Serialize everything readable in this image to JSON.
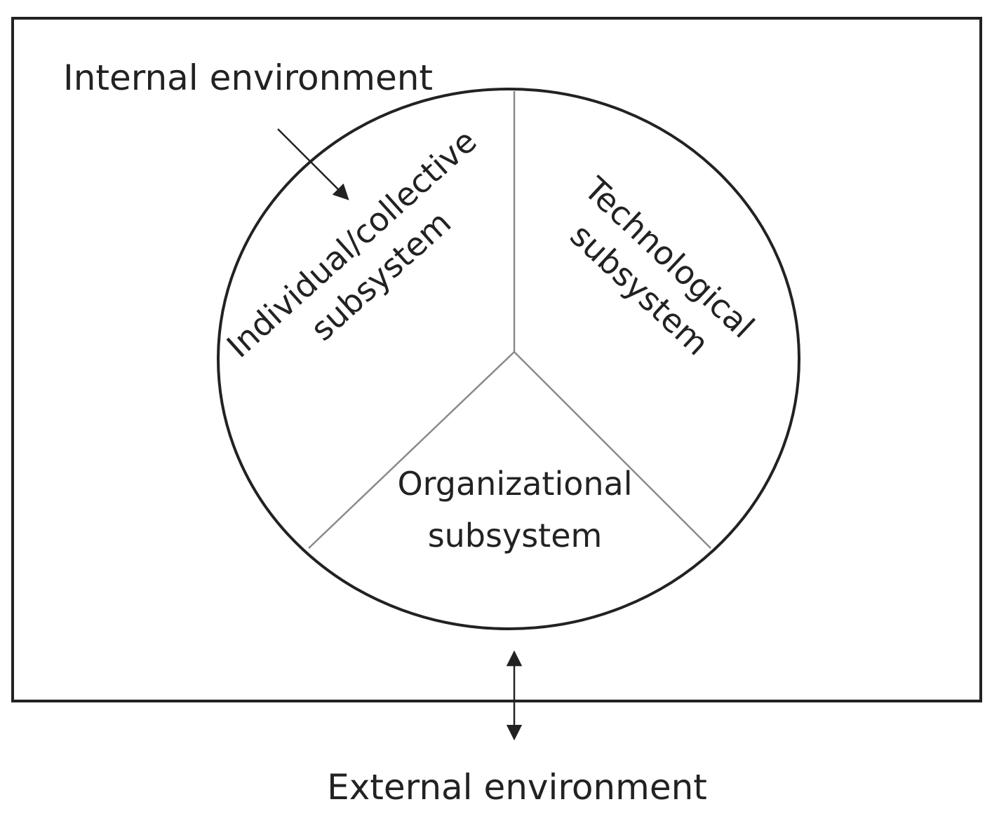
{
  "diagram": {
    "internal_label": "Internal environment",
    "external_label": "External environment",
    "segments": {
      "individual": {
        "line1": "Individual/collective",
        "line2": "subsystem"
      },
      "technological": {
        "line1": "Technological",
        "line2": "subsystem"
      },
      "organizational": {
        "line1": "Organizational",
        "line2": "subsystem"
      }
    },
    "colors": {
      "stroke": "#222222",
      "divider": "#8a8a8a",
      "text": "#222222",
      "background": "#ffffff"
    }
  }
}
